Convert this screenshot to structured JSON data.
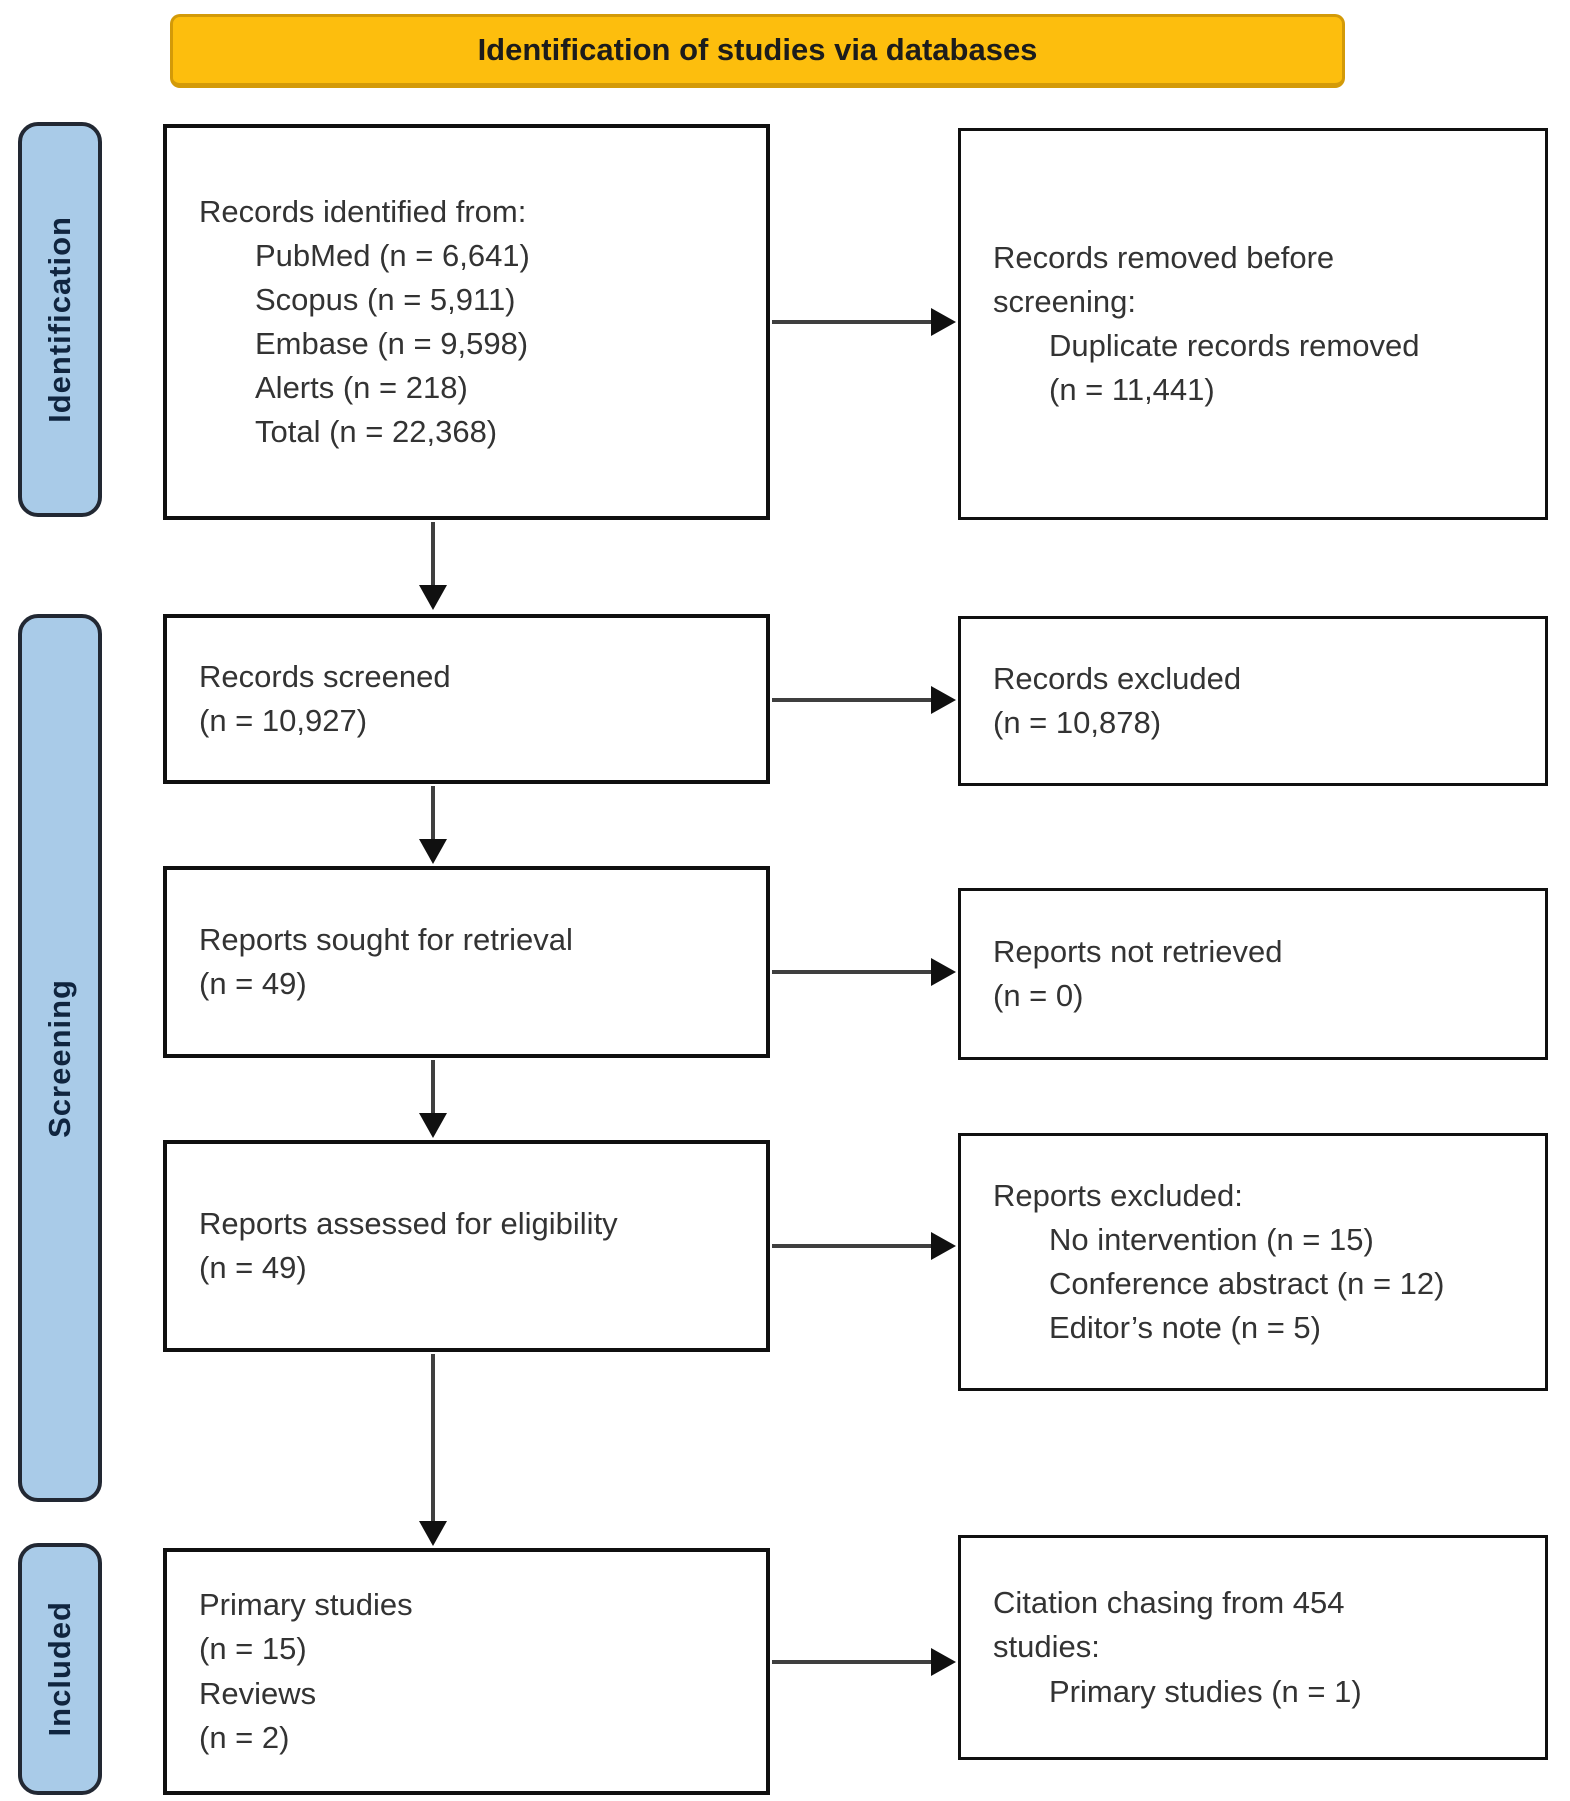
{
  "banner": {
    "label": "Identification of studies via databases"
  },
  "stages": {
    "identification": "Identification",
    "screening": "Screening",
    "included": "Included"
  },
  "boxes": {
    "records_identified": {
      "lines": [
        "Records identified from:",
        "PubMed (n = 6,641)",
        "Scopus (n = 5,911)",
        "Embase (n = 9,598)",
        "Alerts (n = 218)",
        "Total (n = 22,368)"
      ]
    },
    "records_removed": {
      "lines": [
        "Records removed before",
        "screening:",
        "Duplicate records removed",
        "(n = 11,441)"
      ]
    },
    "records_screened": {
      "lines": [
        "Records screened",
        "(n = 10,927)"
      ]
    },
    "records_excluded": {
      "lines": [
        "Records excluded",
        "(n = 10,878)"
      ]
    },
    "reports_sought": {
      "lines": [
        "Reports sought for retrieval",
        "(n = 49)"
      ]
    },
    "reports_not_retrieved": {
      "lines": [
        "Reports not retrieved",
        "(n = 0)"
      ]
    },
    "reports_assessed": {
      "lines": [
        "Reports assessed for eligibility",
        "(n = 49)"
      ]
    },
    "reports_excluded": {
      "lines": [
        "Reports excluded:",
        "No intervention (n = 15)",
        "Conference abstract (n = 12)",
        "Editor’s note (n = 5)"
      ]
    },
    "included_studies": {
      "lines": [
        "Primary studies",
        "(n = 15)",
        "Reviews",
        "(n = 2)"
      ]
    },
    "citation_chasing": {
      "lines": [
        "Citation chasing from 454",
        "studies:",
        "Primary studies (n = 1)"
      ]
    }
  },
  "colors": {
    "banner_bg": "#FDBE0D",
    "banner_border": "#D39A08",
    "stage_bg": "#A9CBE8",
    "stage_text": "#10253F",
    "box_border": "#101010",
    "arrow": "#3F3F3F"
  }
}
